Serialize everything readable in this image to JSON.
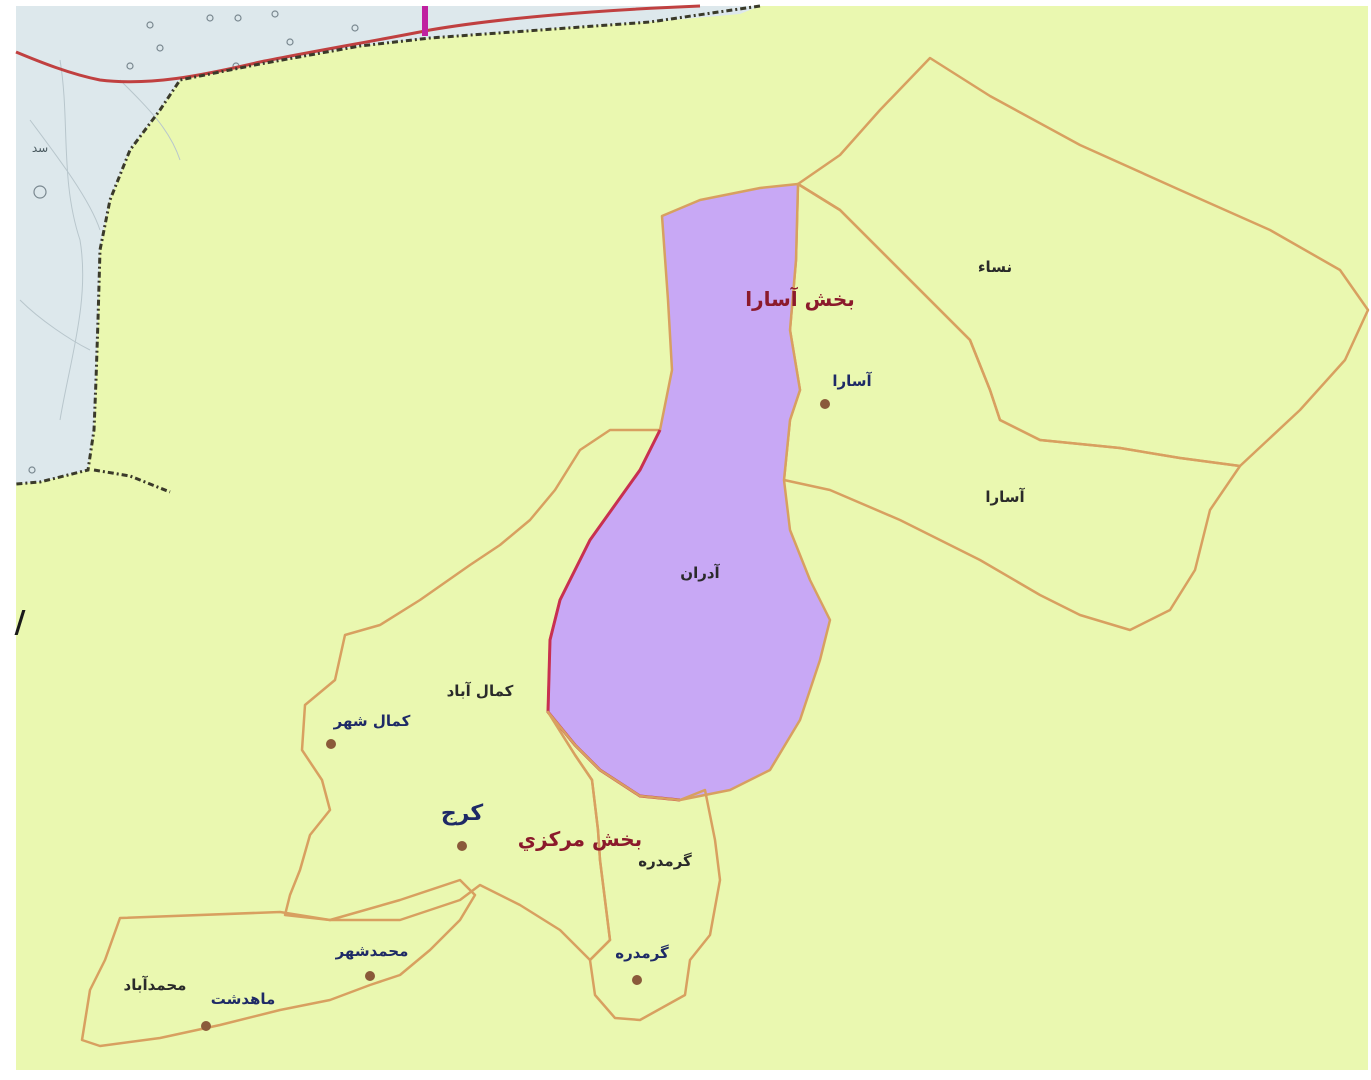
{
  "map": {
    "colors": {
      "background": "#eaf8b0",
      "neighbor_province": "#dde8ec",
      "nesa": "#b2e3f5",
      "asara_dehestan": "#ddf5c8",
      "adran": "#c8a8f5",
      "kamal_abad": "#fde0c8",
      "garmdareh": "#e8d2f8",
      "mohammadshahr": "#f4a8a8",
      "district_border": "#d8a060",
      "province_border": "#3a3a2a",
      "red_road": "#c04040"
    },
    "districts": [
      {
        "id": "asara",
        "label": "بخش آسارا"
      },
      {
        "id": "markazi",
        "label": "بخش مرکزي"
      }
    ],
    "regions": [
      {
        "id": "nesa",
        "label": "نساء"
      },
      {
        "id": "asara",
        "label": "آسارا"
      },
      {
        "id": "adran",
        "label": "آدران"
      },
      {
        "id": "kamal_abad",
        "label": "کمال آباد"
      },
      {
        "id": "garmdareh",
        "label": "گرمدره"
      },
      {
        "id": "mohammadabad",
        "label": "محمدآباد"
      }
    ],
    "cities": [
      {
        "id": "karaj",
        "label": "کرج"
      },
      {
        "id": "asara",
        "label": "آسارا"
      },
      {
        "id": "kamal_shahr",
        "label": "کمال شهر"
      },
      {
        "id": "garmdareh",
        "label": "گرمدره"
      },
      {
        "id": "mohammadshahr",
        "label": "محمدشهر"
      },
      {
        "id": "mahdasht",
        "label": "ماهدشت"
      }
    ],
    "fragments": {
      "neighbor_text": "سد",
      "edge_mark": "/"
    }
  }
}
